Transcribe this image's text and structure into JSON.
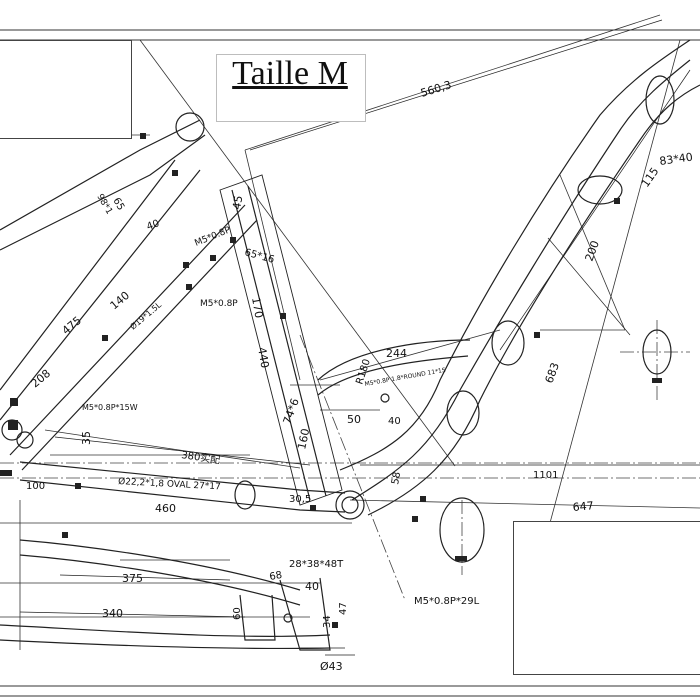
{
  "title": "Taille M",
  "dimensions": {
    "d560": "560,3",
    "d83": "83*40",
    "d115": "115",
    "d200": "200",
    "d683": "683",
    "d1101": "1101",
    "d647": "647",
    "d244": "244",
    "dR180": "R180",
    "d50": "50",
    "d40a": "40",
    "d45": "45",
    "d65": "65*16",
    "d170": "170",
    "d440": "440",
    "d74": "74*6",
    "d160": "160",
    "d380": "380实配",
    "d35": "35",
    "d100": "100",
    "d460": "460",
    "d30": "30,5",
    "d22": "Ø22,2*1,8 OVAL 27*17",
    "d475": "475",
    "d140": "140",
    "d208": "208",
    "d28": "28*38*48T",
    "d375": "375",
    "d340": "340",
    "d40b": "40",
    "d68": "68",
    "d47": "47",
    "d34": "34",
    "d60": "60",
    "d43": "Ø43",
    "dm5a": "M5*0.8P",
    "dm5b": "M5*0.8P",
    "dm5c": "M5*0.8P*15W",
    "dm5d": "M5*0.8P*29L",
    "d65b": "65",
    "d40c": "40",
    "d98": "98*1",
    "d58": "58",
    "dtube": "Ø19*1.5L",
    "dbridge": "M5*0.8P 1.8*ROUND 11*1S"
  }
}
